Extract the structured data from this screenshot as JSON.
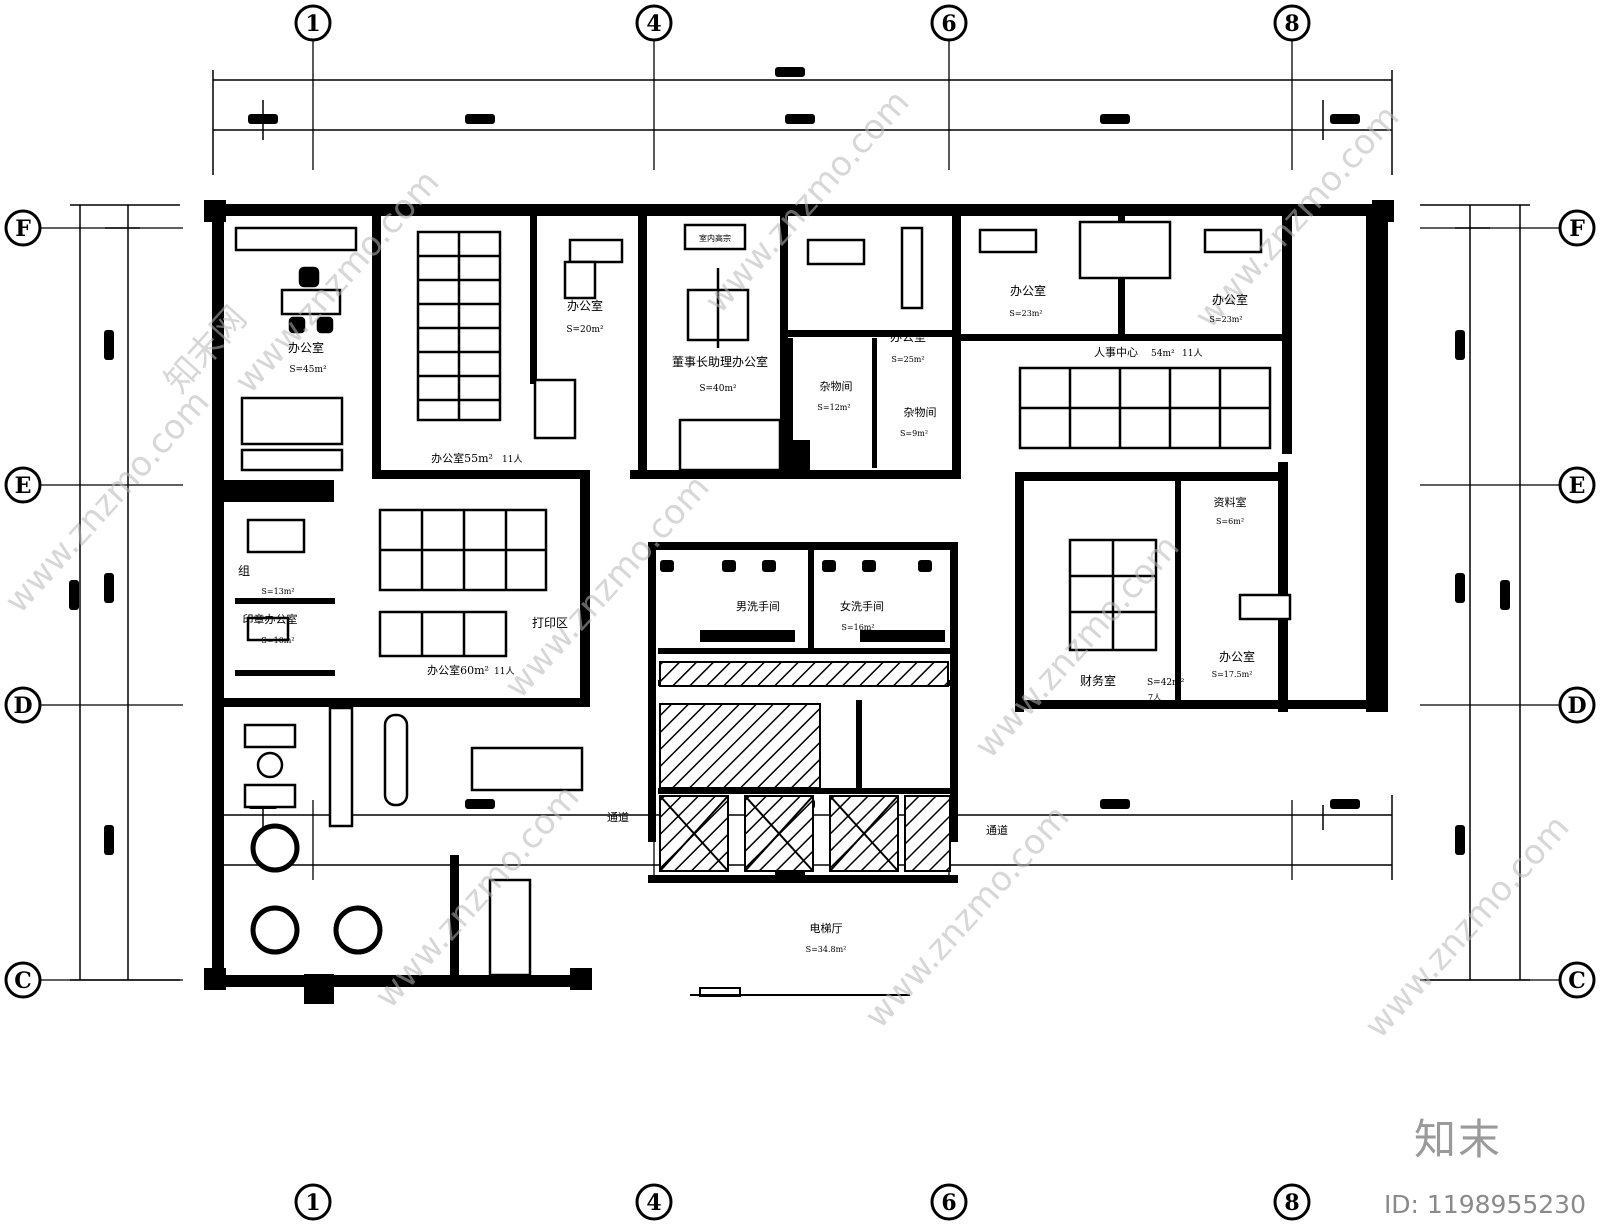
{
  "axes": {
    "top_columns": [
      "1",
      "4",
      "6",
      "8"
    ],
    "side_rows": [
      "F",
      "E",
      "D",
      "C"
    ]
  },
  "rooms": {
    "office_45": {
      "name": "办公室",
      "area": "S=45m²"
    },
    "office_55": {
      "name": "办公室55m²",
      "people": "11人"
    },
    "office_20": {
      "name": "办公室",
      "area": "S=20m²"
    },
    "assistant": {
      "tag": "室内高宗",
      "name": "董事长助理办公室",
      "area": "S=40m²"
    },
    "storage_12": {
      "name": "杂物间",
      "area": "S=12m²"
    },
    "storage_9": {
      "name": "杂物间",
      "area": "S=9m²"
    },
    "office_25": {
      "name": "办公室",
      "area": "S=25m²"
    },
    "office_23a": {
      "name": "办公室",
      "area": "S=23m²"
    },
    "office_23b": {
      "name": "办公室",
      "area": "S=23m²"
    },
    "hr_center": {
      "name": "人事中心",
      "area": "54m²",
      "people": "11人"
    },
    "group": {
      "name": "组",
      "area": "S=13m²"
    },
    "seal": {
      "name": "印章办公室",
      "area": "S=10m²"
    },
    "office_60": {
      "name": "办公室60m²",
      "people": "11人"
    },
    "print": {
      "name": "打印区"
    },
    "archive": {
      "name": "资料室",
      "area": "S=6m²"
    },
    "finance": {
      "name": "财务室",
      "area": "S=42m²",
      "people": "7人"
    },
    "office_17": {
      "name": "办公室",
      "area": "S=17.5m²"
    },
    "mens_wc": {
      "name": "男洗手间"
    },
    "womens_wc": {
      "name": "女洗手间",
      "area": "S=16m²"
    },
    "corridor_left": {
      "name": "通道"
    },
    "corridor_right": {
      "name": "通道"
    },
    "elevator_hall": {
      "name": "电梯厅",
      "area": "S=34.8m²"
    }
  },
  "watermark": {
    "site": "www.znzmo.com",
    "brand": "知末网"
  },
  "footer": {
    "logo": "知末",
    "id": "ID: 1198955230"
  }
}
